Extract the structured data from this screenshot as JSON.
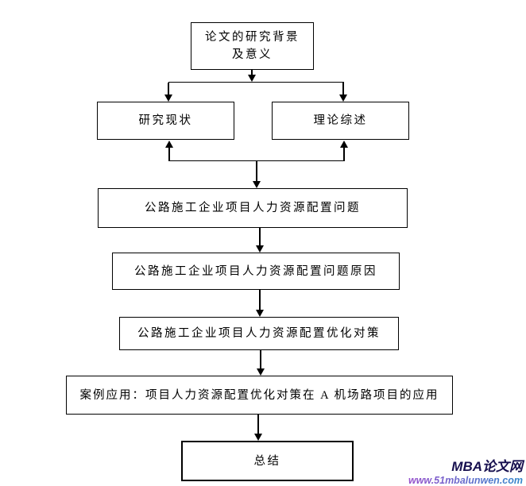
{
  "flowchart": {
    "nodes": {
      "background": {
        "line1": "论文的研究背景",
        "line2": "及意义"
      },
      "status": {
        "label": "研究现状"
      },
      "theory": {
        "label": "理论综述"
      },
      "problem": {
        "label": "公路施工企业项目人力资源配置问题"
      },
      "cause": {
        "label": "公路施工企业项目人力资源配置问题原因"
      },
      "strategy": {
        "label": "公路施工企业项目人力资源配置优化对策"
      },
      "case": {
        "label": "案例应用：项目人力资源配置优化对策在 A 机场路项目的应用"
      },
      "summary": {
        "label": "总结"
      }
    },
    "edges": [
      {
        "from": "background",
        "to": "status",
        "style": "arrow-down"
      },
      {
        "from": "background",
        "to": "theory",
        "style": "arrow-down"
      },
      {
        "from": "mid-junction",
        "to": "status",
        "style": "arrow-up"
      },
      {
        "from": "mid-junction",
        "to": "theory",
        "style": "arrow-up"
      },
      {
        "from": "mid-junction",
        "to": "problem",
        "style": "arrow-down"
      },
      {
        "from": "problem",
        "to": "cause",
        "style": "arrow-down"
      },
      {
        "from": "cause",
        "to": "strategy",
        "style": "arrow-down"
      },
      {
        "from": "strategy",
        "to": "case",
        "style": "arrow-down"
      },
      {
        "from": "case",
        "to": "summary",
        "style": "arrow-down"
      }
    ]
  },
  "watermark": {
    "site_name": "MBA论文网",
    "site_url": "www.51mbalunwen.com",
    "name_color": "#17104f",
    "url_gradient": [
      "#cc33cc",
      "#3388cc"
    ]
  }
}
